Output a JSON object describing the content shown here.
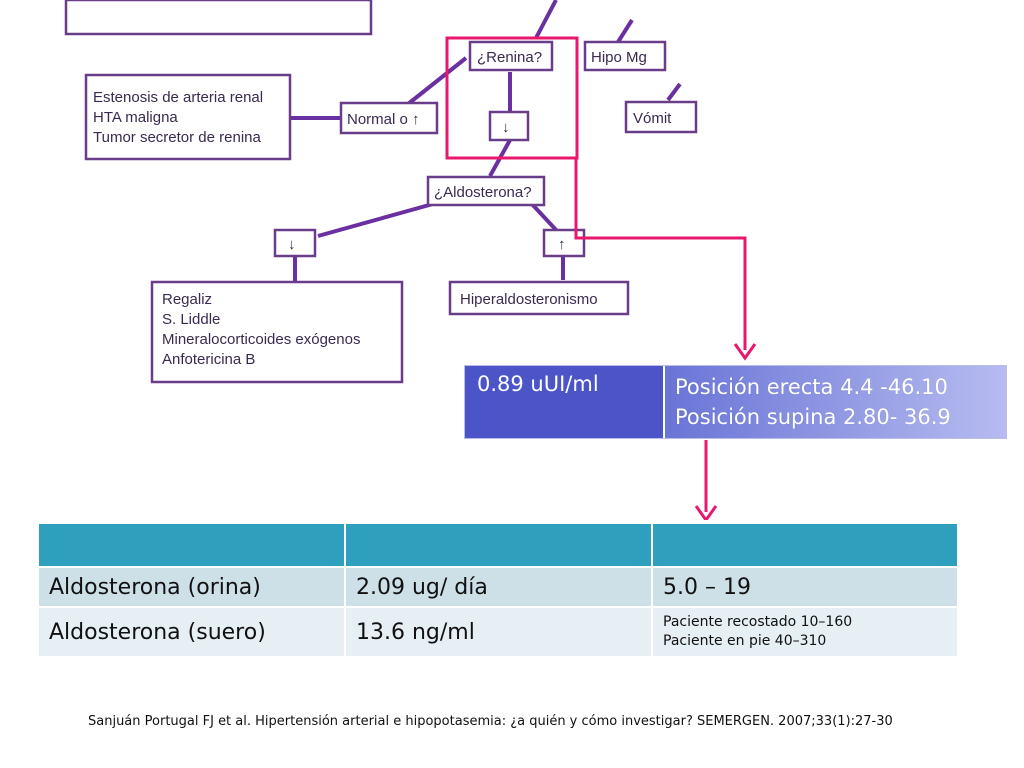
{
  "flowchart": {
    "top_box_partial": "",
    "renina": "¿Renina?",
    "hipo_mg": "Hipo Mg",
    "vomitos_partial": "Vómit",
    "estenosis_lines": [
      "Estenosis de arteria renal",
      "HTA maligna",
      "Tumor secretor de renina"
    ],
    "normal_up": "Normal o ↑",
    "down_arrow": "↓",
    "up_arrow": "↑",
    "aldosterona": "¿Aldosterona?",
    "regaliz_lines": [
      "Regaliz",
      "S. Liddle",
      "Mineralocorticoides exógenos",
      "Anfotericina B"
    ],
    "hiperaldosteronismo": "Hiperaldosteronismo"
  },
  "renin_result": {
    "value": "0.89 uUI/ml",
    "ref_line1": "Posición erecta 4.4 -46.10",
    "ref_line2": "Posición supina 2.80- 36.9"
  },
  "aldo_table": {
    "header": [
      "",
      "",
      ""
    ],
    "rows": [
      {
        "test": "Aldosterona (orina)",
        "value": "2.09 ug/ día",
        "ref": "5.0 – 19"
      },
      {
        "test": "Aldosterona (suero)",
        "value": "13.6 ng/ml",
        "ref_line1": "Paciente recostado 10–160",
        "ref_line2": "Paciente en pie 40–310"
      }
    ]
  },
  "citation": "Sanjuán Portugal FJ et al. Hipertensión arterial e hipopotasemia: ¿a quién y cómo investigar? SEMERGEN. 2007;33(1):27-30",
  "colors": {
    "flow_line": "#6a2fa0",
    "highlight": "#e8186e",
    "renin_value_bg": "#4b55c8",
    "table_header": "#2e9fbd"
  }
}
